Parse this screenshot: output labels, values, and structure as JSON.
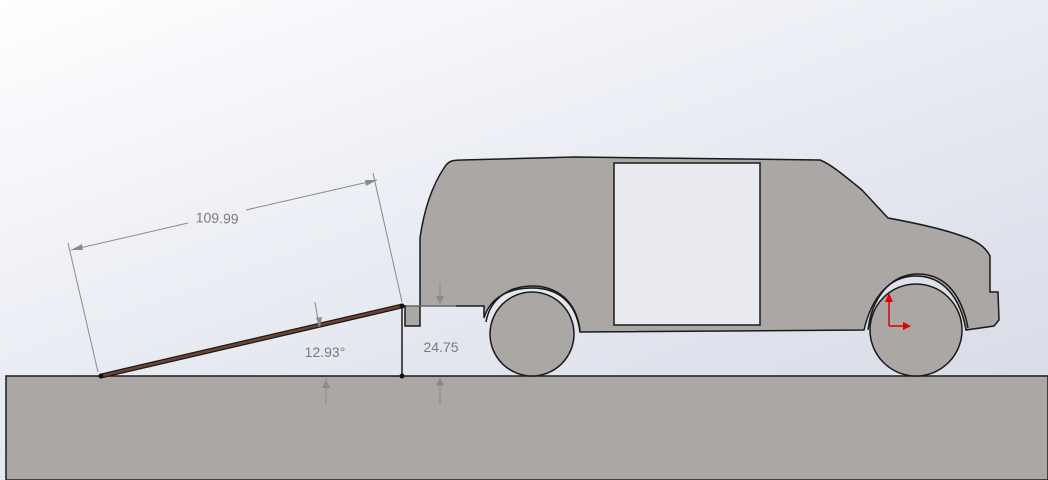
{
  "dimensions": {
    "ramp_length": "109.99",
    "ramp_angle": "12.93°",
    "floor_height": "24.75"
  },
  "colors": {
    "ground": "#aba7a5",
    "van_body": "#aba7a5",
    "window": "#eaeaf1",
    "ramp": "#5b3b2e",
    "dimension_line": "#8a8a8a",
    "origin_triad": "#e00000"
  }
}
